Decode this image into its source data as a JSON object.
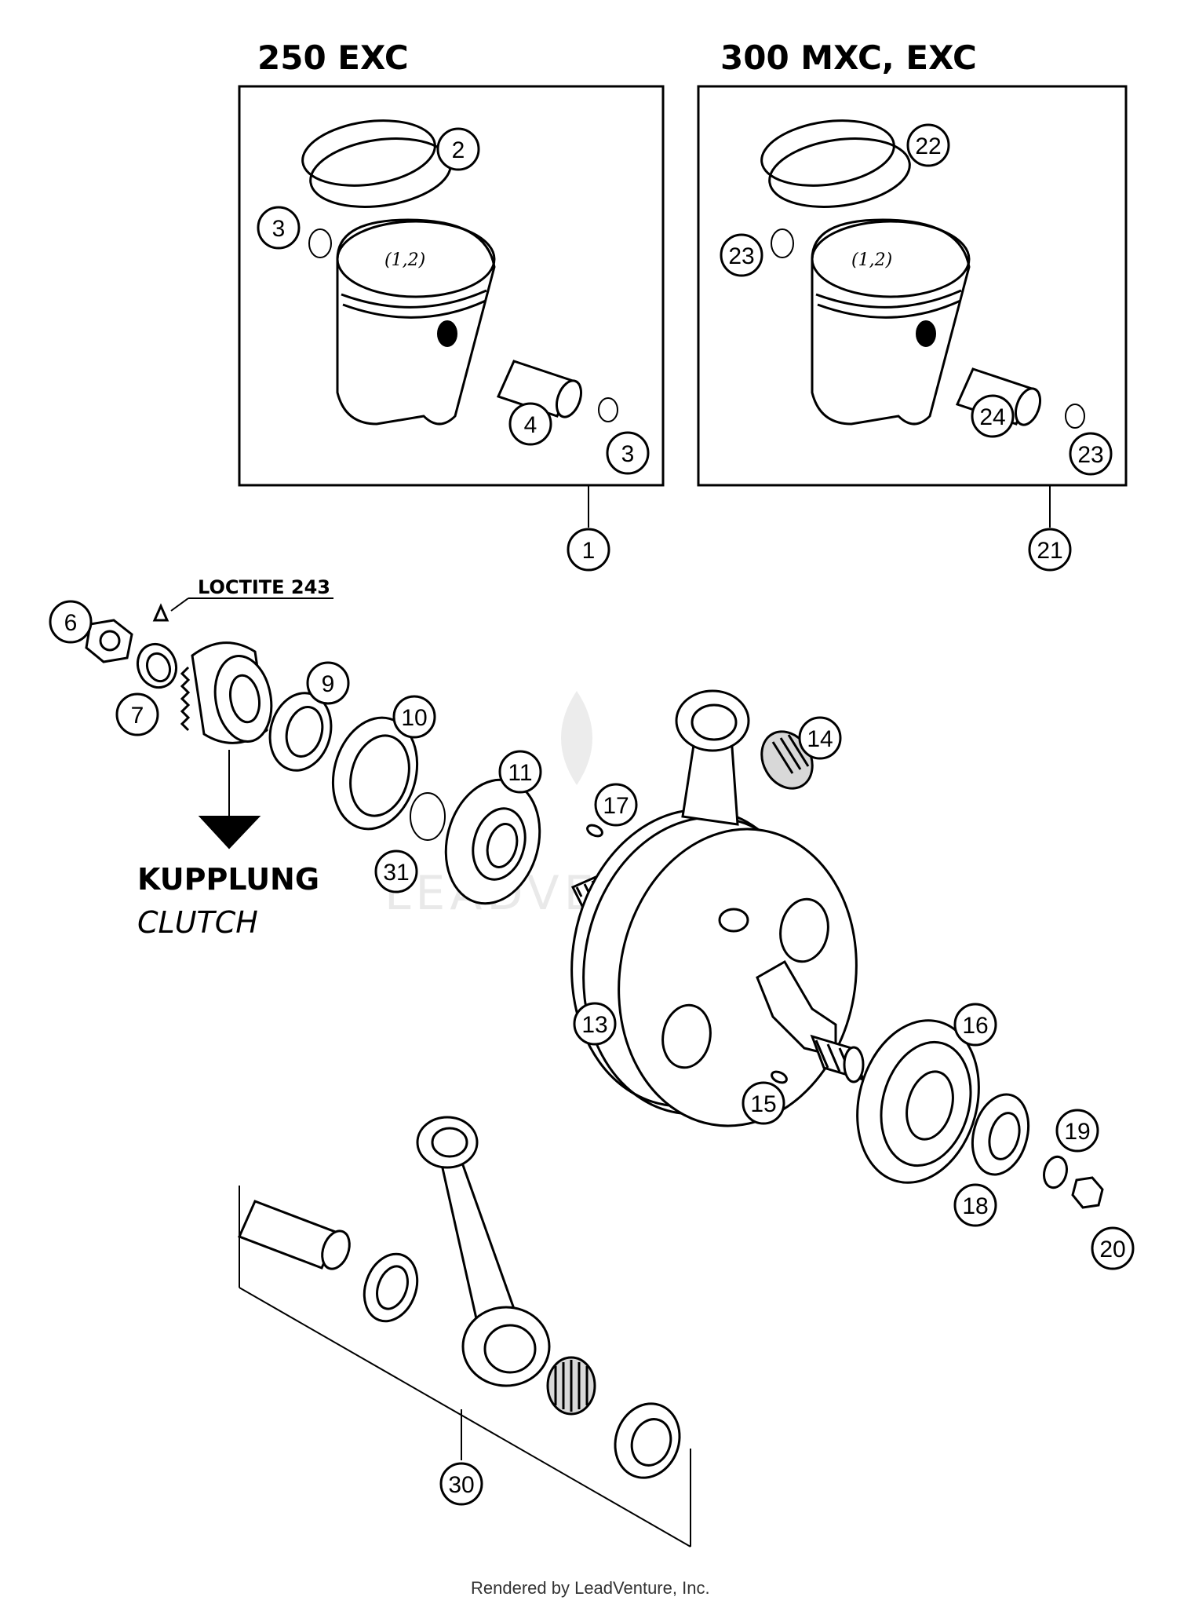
{
  "headings": {
    "left_box": "250 EXC",
    "right_box": "300 MXC, EXC"
  },
  "notes": {
    "loctite": "LOCTITE 243",
    "clutch_de": "KUPPLUNG",
    "clutch_en": "CLUTCH",
    "piston_mark": "(1,2)"
  },
  "watermark": "LEADVENTURE",
  "footer": "Rendered by LeadVenture, Inc.",
  "callouts": [
    "1",
    "2",
    "3",
    "3",
    "4",
    "6",
    "7",
    "9",
    "10",
    "11",
    "13",
    "14",
    "15",
    "16",
    "17",
    "18",
    "19",
    "20",
    "21",
    "22",
    "23",
    "23",
    "24",
    "30",
    "31"
  ]
}
